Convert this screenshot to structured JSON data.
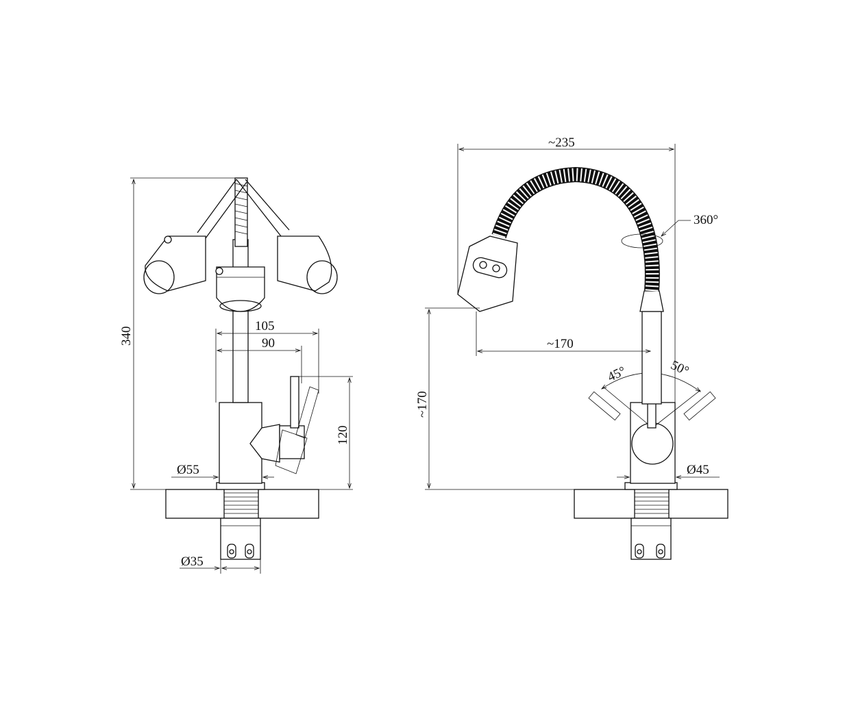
{
  "front_view": {
    "height_total": "340",
    "reach_max": "105",
    "reach_min": "90",
    "handle_height": "120",
    "body_diameter": "Ø55",
    "thread_diameter": "Ø35"
  },
  "side_view": {
    "width_total": "~235",
    "rotation": "360°",
    "spout_reach": "~170",
    "spout_height": "~170",
    "lever_angle_left": "45°",
    "lever_angle_right": "50°",
    "body_diameter": "Ø45"
  }
}
